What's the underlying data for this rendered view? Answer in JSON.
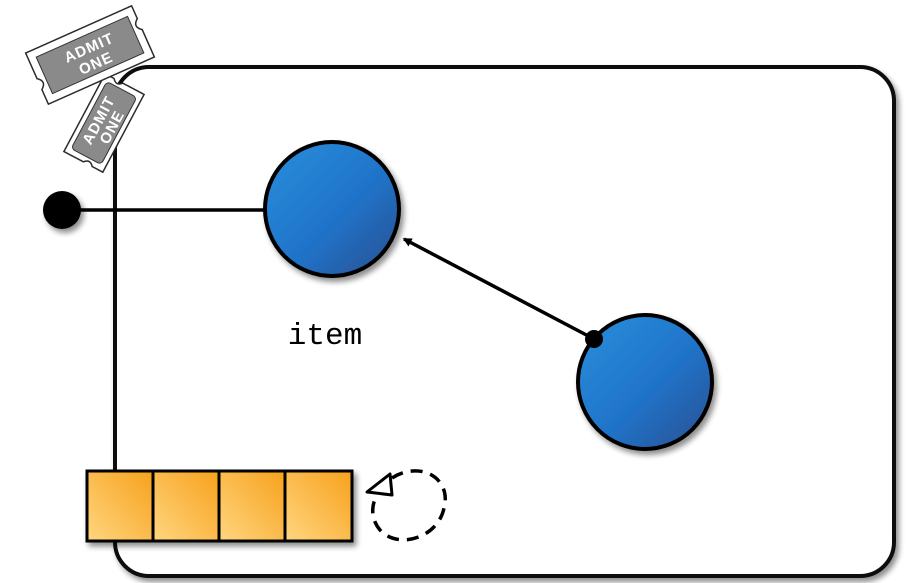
{
  "diagram": {
    "item_label": "item",
    "icon": "admit-one-tickets-icon",
    "ticket_top": {
      "line1": "ADMIT",
      "line2": "ONE"
    },
    "ticket_bottom": {
      "line1": "ADMIT",
      "line2": "ONE"
    },
    "colors": {
      "box_border": "#111111",
      "circle_light": "#2a8fdc",
      "circle_dark": "#2a5496",
      "queue_light": "#ffd37a",
      "queue_dark": "#f59a12",
      "ticket": "#8a8a8a",
      "line": "#000000"
    }
  }
}
